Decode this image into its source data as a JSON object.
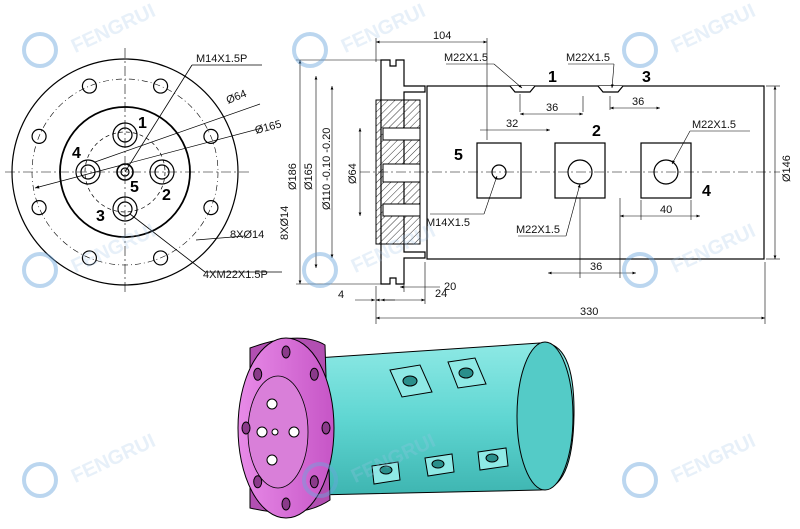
{
  "watermark": {
    "brand": "FENGRUI",
    "color": "#6aa6dd"
  },
  "colors": {
    "flange": "#d866d8",
    "flange_dark": "#b24fb2",
    "body": "#5fd6d2",
    "body_dark": "#3eb5b1",
    "line": "#000000"
  },
  "front_view": {
    "labels": {
      "m14": "M14X1.5P",
      "d64": "Ø64",
      "d165": "Ø165",
      "holes8": "8XØ14",
      "ports4": "4XM22X1.5P"
    },
    "port_numbers": [
      "1",
      "2",
      "3",
      "4",
      "5"
    ]
  },
  "side_view": {
    "dims": {
      "len104": "104",
      "len36a": "36",
      "len36b": "36",
      "len36c": "36",
      "len32": "32",
      "len40": "40",
      "len20": "20",
      "len24": "24",
      "len4": "4",
      "len330": "330",
      "dia186": "Ø186",
      "dia165": "Ø165",
      "dia110": "Ø110 -0.10 -0.20",
      "dia64": "Ø64",
      "holes8": "8XØ14",
      "dia146": "Ø146"
    },
    "threads": {
      "t1": "M22X1.5",
      "t2": "M22X1.5",
      "t3": "M22X1.5",
      "t4": "M22X1.5",
      "t5": "M14X1.5"
    },
    "port_numbers": [
      "1",
      "2",
      "3",
      "4",
      "5"
    ]
  }
}
